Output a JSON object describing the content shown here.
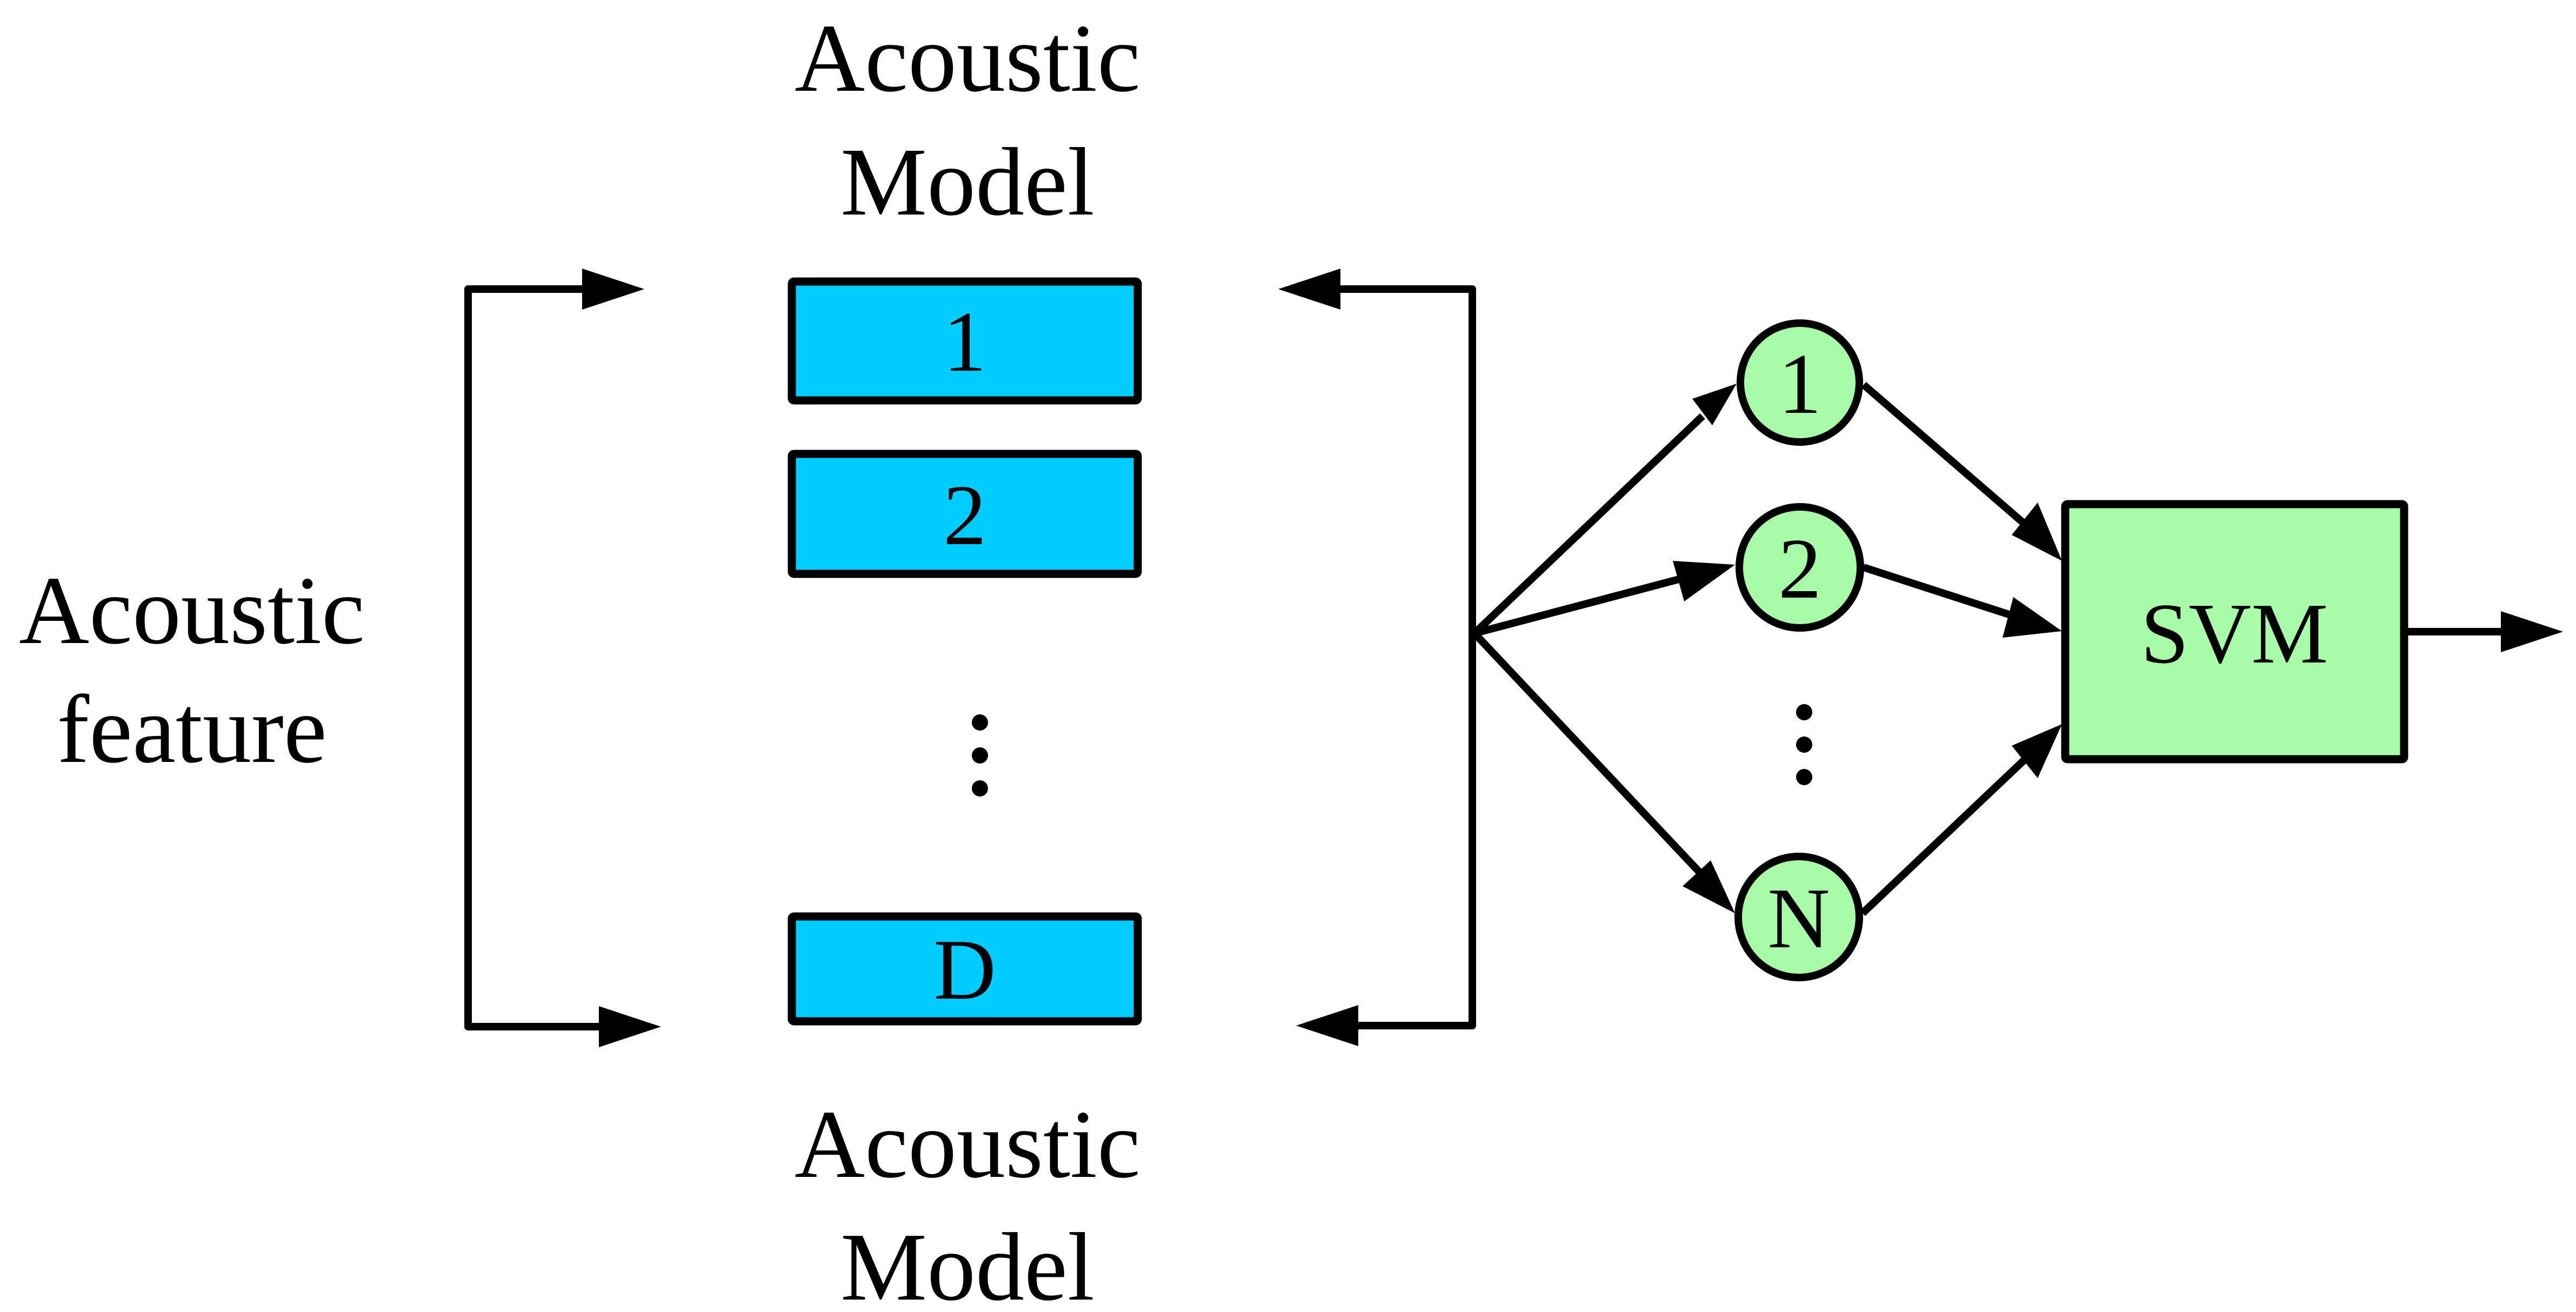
{
  "labels": {
    "input": [
      "Acoustic",
      "feature"
    ],
    "top_model": [
      "Acoustic",
      "Model"
    ],
    "bottom_model": [
      "Acoustic",
      "Model"
    ]
  },
  "acoustic_models": [
    {
      "label": "1"
    },
    {
      "label": "2"
    },
    {
      "label": "D"
    }
  ],
  "nodes": [
    {
      "label": "1"
    },
    {
      "label": "2"
    },
    {
      "label": "N"
    }
  ],
  "classifier": {
    "label": "SVM"
  },
  "colors": {
    "model_fill": "#00ccff",
    "node_fill": "#a8fca8",
    "svm_fill": "#a8fca8",
    "stroke": "#000000",
    "background": "#ffffff"
  }
}
